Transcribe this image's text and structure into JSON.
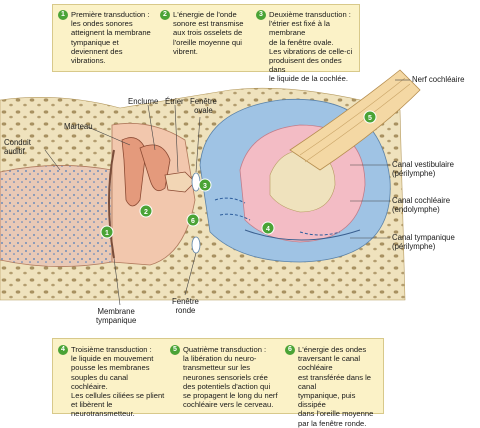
{
  "steps": [
    {
      "n": "1",
      "text": "Première transduction :\nles ondes sonores\natteignent la membrane\ntympanique et\ndeviennent des\nvibrations."
    },
    {
      "n": "2",
      "text": "L'énergie de l'onde\nsonore est transmise\naux trois osselets de\nl'oreille moyenne qui\nvibrent."
    },
    {
      "n": "3",
      "text": "Deuxième transduction :\nl'étrier est fixé à la membrane\nde la fenêtre ovale.\nLes vibrations de celle-ci\nproduisent des ondes dans\nle liquide de la cochlée."
    },
    {
      "n": "4",
      "text": "Troisième transduction :\nle liquide en mouvement\npousse les membranes\nsouples du canal cochléaire.\nLes cellules ciliées se plient\net libèrent le\nneurotransmetteur."
    },
    {
      "n": "5",
      "text": "Quatrième transduction :\nla libération du neuro-\ntransmetteur sur les\nneurones sensoriels crée\ndes potentiels d'action qui\nse propagent le long du nerf\ncochléaire vers le cerveau."
    },
    {
      "n": "6",
      "text": "L'énergie des ondes\ntraversant le canal cochléaire\nest transférée dans le canal\ntympanique, puis dissipée\ndans l'oreille moyenne\npar la fenêtre ronde."
    }
  ],
  "labels": {
    "nerf": "Nerf cochléaire",
    "conduit": "Conduit\nauditif",
    "marteau": "Marteau",
    "enclume": "Enclume",
    "etrier": "Étrier",
    "fenetre_ovale": "Fenêtre\novale",
    "vestibulaire": "Canal vestibulaire\n(périlymphe)",
    "cochleaire": "Canal cochléaire\n(endolymphe)",
    "tympanique": "Canal tympanique\n(périlymphe)",
    "membrane": "Membrane\ntympanique",
    "fenetre_ronde": "Fenêtre\nronde"
  },
  "markers": [
    "1",
    "2",
    "3",
    "4",
    "5",
    "6"
  ],
  "colors": {
    "badge": "#4aa336",
    "box": "#fbf2c7",
    "bone": "#efe2bd",
    "canal": "#9fc3e4",
    "endolymph": "#f3bcc5",
    "ossicle": "#e49a7c",
    "nerve": "#f4d8a4"
  }
}
